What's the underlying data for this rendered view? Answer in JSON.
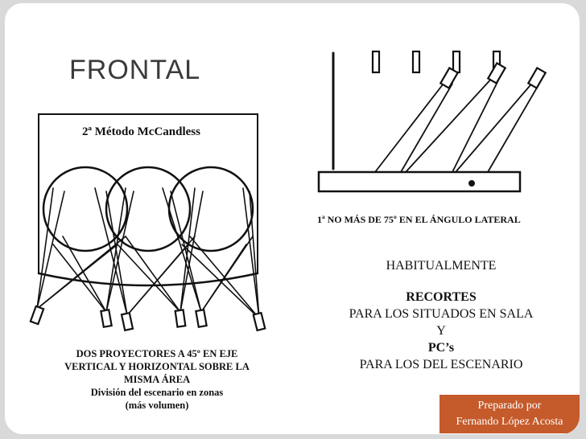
{
  "slide": {
    "title": "FRONTAL",
    "method_label": "2ª Método McCandless",
    "left_caption": [
      "DOS PROYECTORES A 45º EN EJE",
      "VERTICAL Y HORIZONTAL SOBRE LA",
      "MISMA ÁREA",
      "División del escenario en zonas",
      "(más volumen)"
    ],
    "angle_note": "1ª  NO MÁS DE 75º EN EL ÁNGULO LATERAL",
    "right_lines": {
      "habitual": "HABITUALMENTE",
      "recortes": "RECORTES",
      "sala": "PARA LOS SITUADOS EN SALA",
      "y": "Y",
      "pcs": "PC’s",
      "escenario": "PARA LOS DEL ESCENARIO"
    },
    "credit": [
      "Preparado por",
      "Fernando López Acosta"
    ],
    "colors": {
      "credit_bg": "#c55a2b",
      "frame": "#d9d9d9"
    }
  }
}
